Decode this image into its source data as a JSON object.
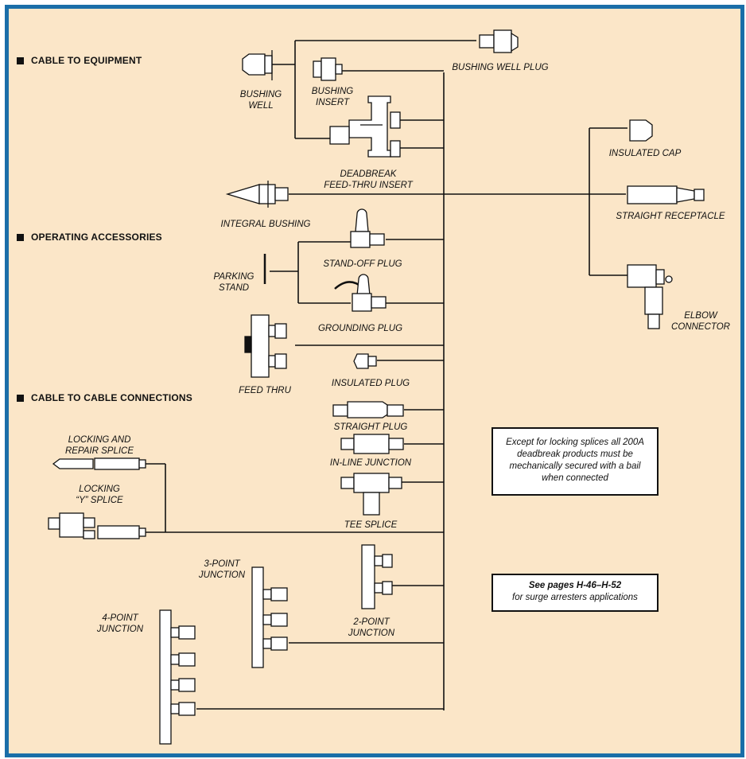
{
  "sections": {
    "cable_to_equipment": "CABLE TO EQUIPMENT",
    "operating_accessories": "OPERATING ACCESSORIES",
    "cable_to_cable": "CABLE TO CABLE CONNECTIONS"
  },
  "labels": {
    "bushing_well_plug": "BUSHING WELL PLUG",
    "bushing_well": "BUSHING\nWELL",
    "bushing_insert": "BUSHING\nINSERT",
    "deadbreak_feed_thru": "DEADBREAK\nFEED-THRU INSERT",
    "integral_bushing": "INTEGRAL BUSHING",
    "insulated_cap": "INSULATED CAP",
    "straight_receptacle": "STRAIGHT RECEPTACLE",
    "elbow_connector": "ELBOW\nCONNECTOR",
    "parking_stand": "PARKING\nSTAND",
    "stand_off_plug": "STAND-OFF PLUG",
    "grounding_plug": "GROUNDING PLUG",
    "feed_thru": "FEED THRU",
    "insulated_plug": "INSULATED PLUG",
    "straight_plug": "STRAIGHT PLUG",
    "in_line_junction": "IN-LINE JUNCTION",
    "tee_splice": "TEE SPLICE",
    "locking_repair_splice": "LOCKING AND\nREPAIR SPLICE",
    "locking_y_splice": "LOCKING\n“Y” SPLICE",
    "three_point_junction": "3-POINT\nJUNCTION",
    "two_point_junction": "2-POINT\nJUNCTION",
    "four_point_junction": "4-POINT\nJUNCTION"
  },
  "notes": {
    "bail_note": "Except for locking splices all 200A deadbreak products must be mechanically secured with a bail when connected",
    "surge_title": "See pages H-46–H-52",
    "surge_sub": "for surge arresters applications"
  },
  "colors": {
    "frame": "#1a6ea8",
    "background": "#fbe6c8",
    "line": "#111111",
    "part_fill": "#ffffff"
  }
}
